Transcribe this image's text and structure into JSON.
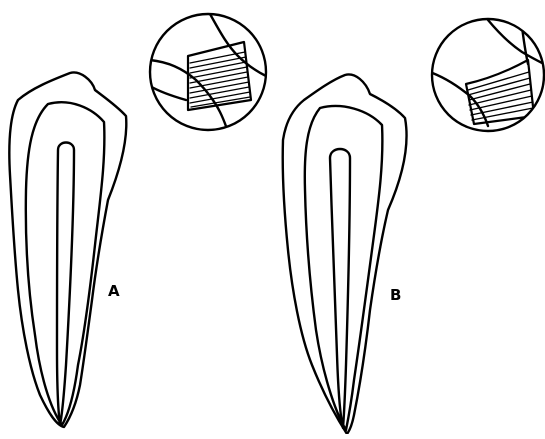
{
  "figure": {
    "panels": [
      {
        "id": "A",
        "label": "A"
      },
      {
        "id": "B",
        "label": "B"
      }
    ],
    "colors": {
      "ink": "#000000",
      "paper": "#ffffff"
    }
  }
}
